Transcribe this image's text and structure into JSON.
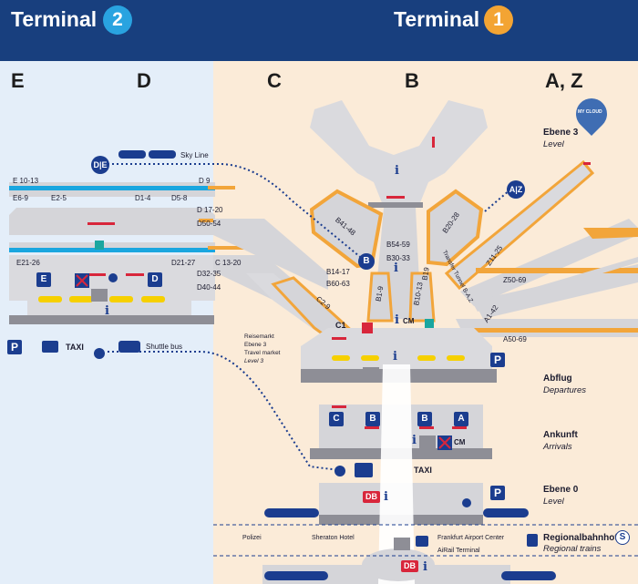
{
  "header": {
    "terminal2": {
      "title": "Terminal",
      "number": "2",
      "badge_color": "#29a3e0"
    },
    "terminal1": {
      "title": "Terminal",
      "number": "1",
      "badge_color": "#f3a433"
    },
    "background": "#183f7e"
  },
  "zones": [
    "E",
    "D",
    "C",
    "B",
    "A, Z"
  ],
  "gates_t2": {
    "e_10_13": "E 10-13",
    "e_6_9": "E6-9",
    "e_2_5": "E2-5",
    "d_1_4": "D1-4",
    "d_5_8": "D5-8",
    "d_9": "D 9",
    "d_17_20": "D 17-20",
    "d_50_54": "D50-54",
    "e_21_26": "E21-26",
    "d_21_27": "D21-27",
    "d_32_35": "D32-35",
    "d_40_44": "D40-44"
  },
  "gates_t1": {
    "c_13_20": "C 13-20",
    "c_2_9": "C2-9",
    "c_1": "C1",
    "b_41_48": "B41-48",
    "b_14_17": "B14-17",
    "b_60_63": "B60-63",
    "b_54_59": "B54-59",
    "b_30_33": "B30-33",
    "b_1_9": "B1-9",
    "b_10_13": "B10-13",
    "b_19": "B19",
    "b_20_28": "B20-28",
    "z_11_25": "Z11-25",
    "z_50_69": "Z50-69",
    "a_1_42": "A1-42",
    "a_50_69": "A50-69"
  },
  "labels": {
    "sky_line": "Sky Line",
    "de_badge": "D|E",
    "az_badge": "A|Z",
    "b_badge": "B",
    "my_cloud": "MY CLOUD",
    "transfer_tunnel": "Transfer Tunnel B-A,Z",
    "reisemarkt_1": "Reisemarkt",
    "reisemarkt_2": "Ebene 3",
    "reisemarkt_3": "Travel market",
    "reisemarkt_4": "Level 3",
    "taxi_t2": "TAXI",
    "shuttle_bus": "Shuttle bus",
    "taxi_t1": "TAXI",
    "cm_1": "CM",
    "cm_2": "CM",
    "polizei": "Polizei",
    "sheraton": "Sheraton Hotel",
    "frankfurt_airport_center": "Frankfurt Airport Center",
    "airail_terminal": "AiRail Terminal",
    "db_1": "DB",
    "db_2": "DB",
    "info": "i",
    "parking": "P"
  },
  "levels": {
    "ebene3": "Ebene 3",
    "ebene3_sub": "Level",
    "abflug": "Abflug",
    "abflug_sub": "Departures",
    "ankunft": "Ankunft",
    "ankunft_sub": "Arrivals",
    "ebene0": "Ebene 0",
    "ebene0_sub": "Level",
    "regionalbahnhof": "Regionalbahnhof",
    "regional_sub": "Regional trains",
    "s_badge": "S"
  },
  "checkin_counters": [
    "E",
    "D",
    "C",
    "B",
    "B",
    "A"
  ],
  "colors": {
    "pier_t2": "#1aa6df",
    "pier_t1": "#f2a53a",
    "building": "#d5d5d9",
    "floor_dark": "#8e8e96",
    "badge_blue": "#1b3d8f",
    "db_red": "#d8263b",
    "yellow_marker": "#f6d000",
    "gate_dot": "#d8263b"
  }
}
